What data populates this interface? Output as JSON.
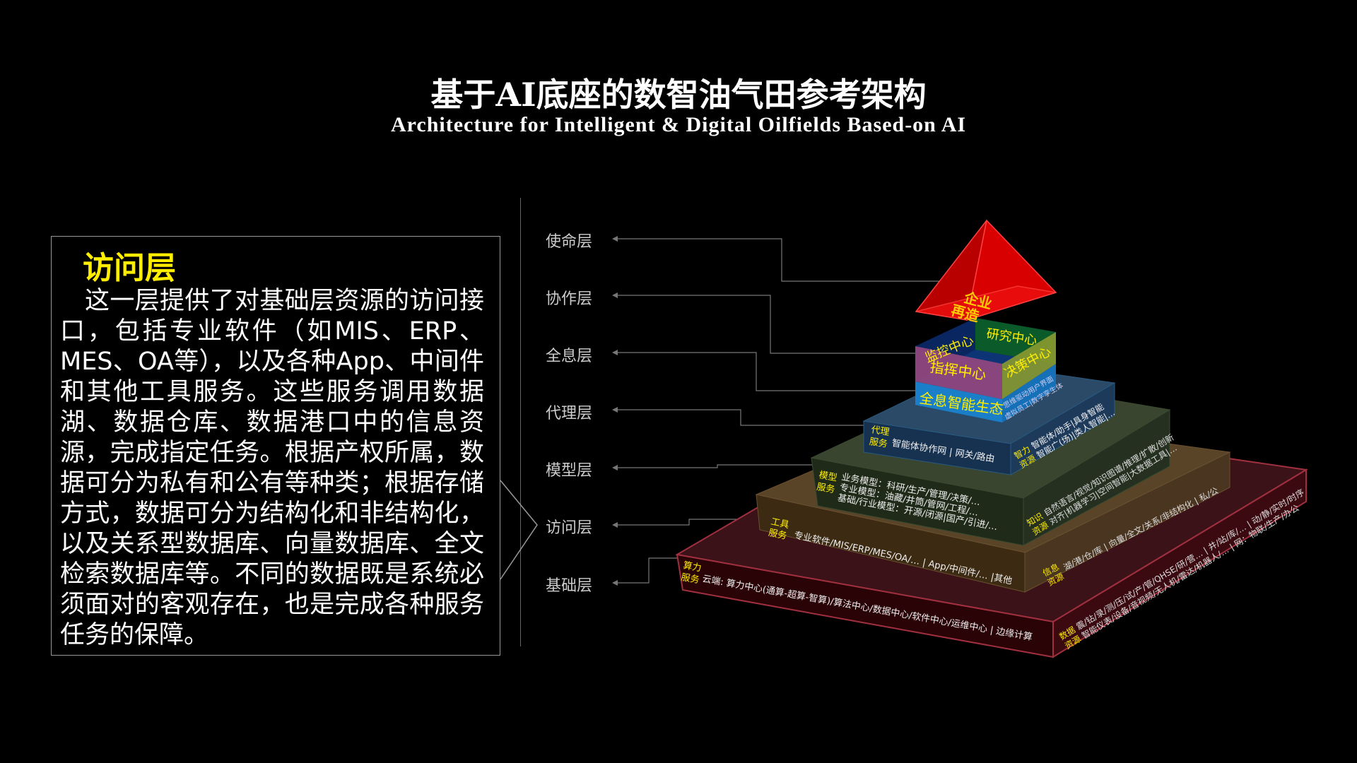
{
  "title": "基于AI底座的数智油气田参考架构",
  "subtitle": "Architecture for Intelligent & Digital Oilfields Based-on AI",
  "panel": {
    "heading": "访问层",
    "body": "这一层提供了对基础层资源的访问接口，包括专业软件（如MIS、ERP、MES、OA等），以及各种App、中间件和其他工具服务。这些服务调用数据湖、数据仓库、数据港口中的信息资源，完成指定任务。根据产权所属，数据可分为私有和公有等种类；根据存储方式，数据可分为结构化和非结构化，以及关系型数据库、向量数据库、全文检索数据库等。不同的数据既是系统必须面对的客观存在，也是完成各种服务任务的保障。"
  },
  "layers": [
    "使命层",
    "协作层",
    "全息层",
    "代理层",
    "模型层",
    "访问层",
    "基础层"
  ],
  "pyramid": {
    "mission": [
      "企业",
      "再造"
    ],
    "collab": {
      "monitor": "监控中心",
      "research": "研究中心",
      "command": "指挥中心",
      "decision": "决策中心"
    },
    "holo": {
      "main": "全息智能生态",
      "side1": "思维驱动用户界面",
      "side2": "虚拟员工|数字孪生体"
    },
    "agent": {
      "tag1": "代理",
      "tag2": "服务",
      "text": "智能体协作网  |  网关/路由",
      "rtag1": "智力",
      "rtag2": "资源",
      "r1": "智能体/助手|具身智能",
      "r2": "智能广(场)|类人智能|…"
    },
    "model": {
      "tag1": "模型",
      "tag2": "服务",
      "l1": "业务模型：科研/生产/管理/决策/…",
      "l2": "专业模型：油藏/井筒/管网/工程/…",
      "l3": "基础/行业模型：开源/闭源|国产/引进/…",
      "rtag1": "知识",
      "rtag2": "资源",
      "r1": "自然语言/视觉/知识图谱/推理/扩散/创新",
      "r2": "对齐|机器学习|空间智能|大数据工具|…"
    },
    "tool": {
      "tag1": "工具",
      "tag2": "服务",
      "text": "专业软件/MIS/ERP/MES/OA/… | App/中间件/… |其他",
      "rtag1": "信息",
      "rtag2": "资源",
      "r1": "湖/港/仓/库 | 向量/全文/关系/非结构化 | 私/公"
    },
    "base": {
      "tag1": "算力",
      "tag2": "服务",
      "text": "云端: 算力中心(通算-超算-智算)/算法中心/数据中心/软件中心/运维中心 | 边缘计算",
      "rtag1": "数据",
      "rtag2": "资源",
      "r1": "震/钻/录/测/压/试/产/管/QHSE/研/营… | 井/站/库/… | 动/静/实时/时序",
      "r2": "智能仪表/设备/音视频/无人机/雷达/机器人/… | 网：物联/生产/办公"
    }
  },
  "colors": {
    "accent": "#ffee00",
    "base": "#3a0a0e",
    "tool": "#4a3520",
    "model": "#253020",
    "agent": "#1d3a5a",
    "holo": "#1a7fc8",
    "mission": "#e00000"
  }
}
